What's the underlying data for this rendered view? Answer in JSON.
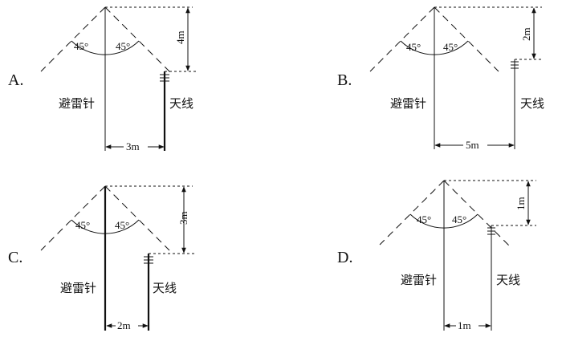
{
  "panels": [
    {
      "option": "A.",
      "left_angle": "45°",
      "right_angle": "45°",
      "height_label": "4m",
      "distance_label": "3m",
      "rod_label": "避雷针",
      "antenna_label": "天线"
    },
    {
      "option": "B.",
      "left_angle": "45°",
      "right_angle": "45°",
      "height_label": "2m",
      "distance_label": "5m",
      "rod_label": "避雷针",
      "antenna_label": "天线"
    },
    {
      "option": "C.",
      "left_angle": "45°",
      "right_angle": "45°",
      "height_label": "3m",
      "distance_label": "2m",
      "rod_label": "避雷针",
      "antenna_label": "天线"
    },
    {
      "option": "D.",
      "left_angle": "45°",
      "right_angle": "45°",
      "height_label": "1m",
      "distance_label": "1m",
      "rod_label": "避雷针",
      "antenna_label": "天线"
    }
  ]
}
